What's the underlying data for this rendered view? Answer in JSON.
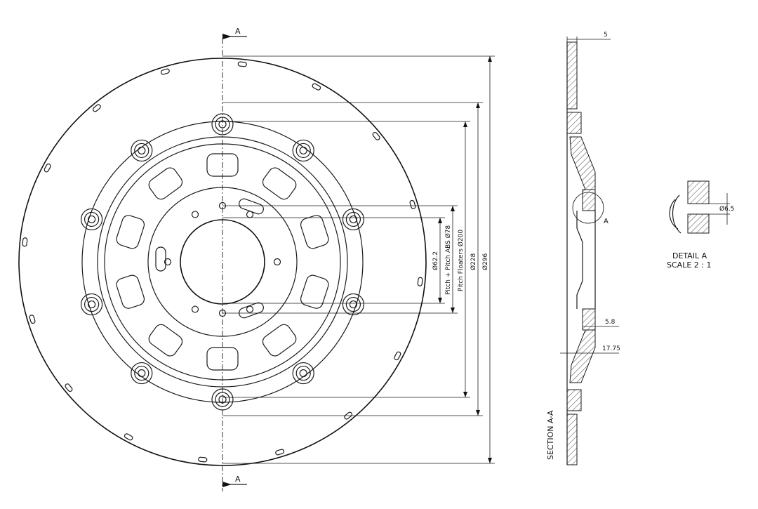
{
  "section_markers": {
    "top": "A",
    "bottom": "A"
  },
  "dimensions": {
    "d296": "Ø296",
    "d228": "Ø228",
    "pitch_floaters": "Pitch Floaters Ø200",
    "pitch_abs": "Pitch + Pitch ABS Ø78",
    "d62": "Ø62.2"
  },
  "section": {
    "title": "SECTION A-A",
    "dim_top": "5",
    "dim_mid": "5.8",
    "dim_low": "17.75",
    "detail_callout": "A"
  },
  "detail": {
    "hole_dim": "Ø6.5",
    "title": "DETAIL A",
    "scale": "SCALE 2 : 1"
  }
}
